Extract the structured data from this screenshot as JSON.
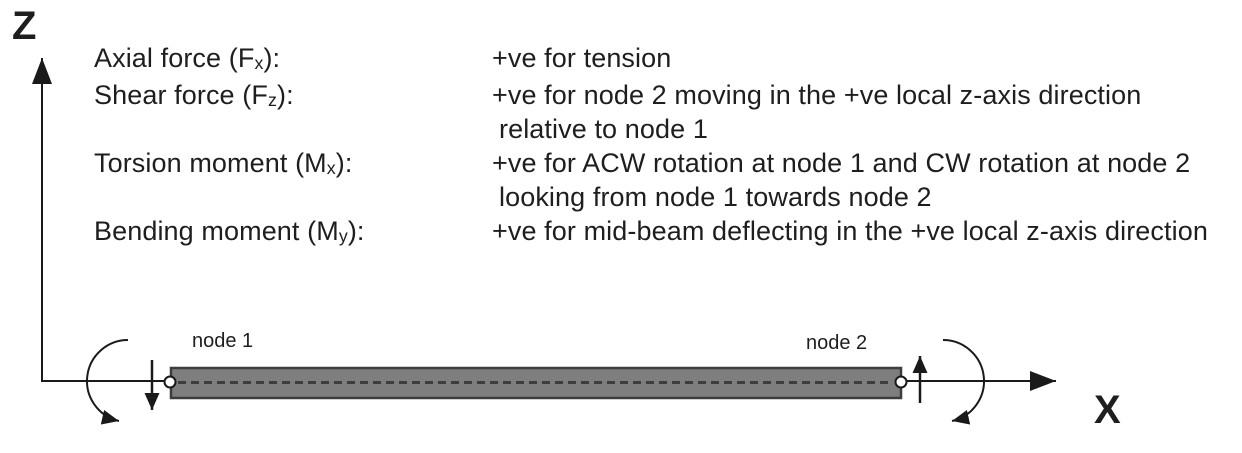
{
  "axes": {
    "z_label": "Z",
    "x_label": "X"
  },
  "diagram": {
    "node1_label": "node 1",
    "node2_label": "node 2",
    "beam_fill": "#7e7e7e",
    "beam_border": "#3d3d3d",
    "centerline_color": "#3d3d3d",
    "ink": "#1a1a1a"
  },
  "conventions": {
    "entries": [
      {
        "term_prefix": "Axial force (F",
        "term_sub": "x",
        "term_suffix": "):",
        "lines": [
          "+ve for tension"
        ]
      },
      {
        "term_prefix": "Shear force (F",
        "term_sub": "z",
        "term_suffix": "):",
        "lines": [
          "+ve for node 2 moving in the +ve local z-axis direction",
          "relative to node 1"
        ]
      },
      {
        "term_prefix": "Torsion moment (M",
        "term_sub": "x",
        "term_suffix": "):",
        "lines": [
          "+ve for ACW rotation at node 1 and CW rotation at node 2",
          "looking from node 1 towards node 2"
        ]
      },
      {
        "term_prefix": "Bending moment (M",
        "term_sub": "y",
        "term_suffix": "):",
        "lines": [
          "+ve for mid-beam deflecting in the +ve local z-axis direction"
        ]
      }
    ]
  }
}
